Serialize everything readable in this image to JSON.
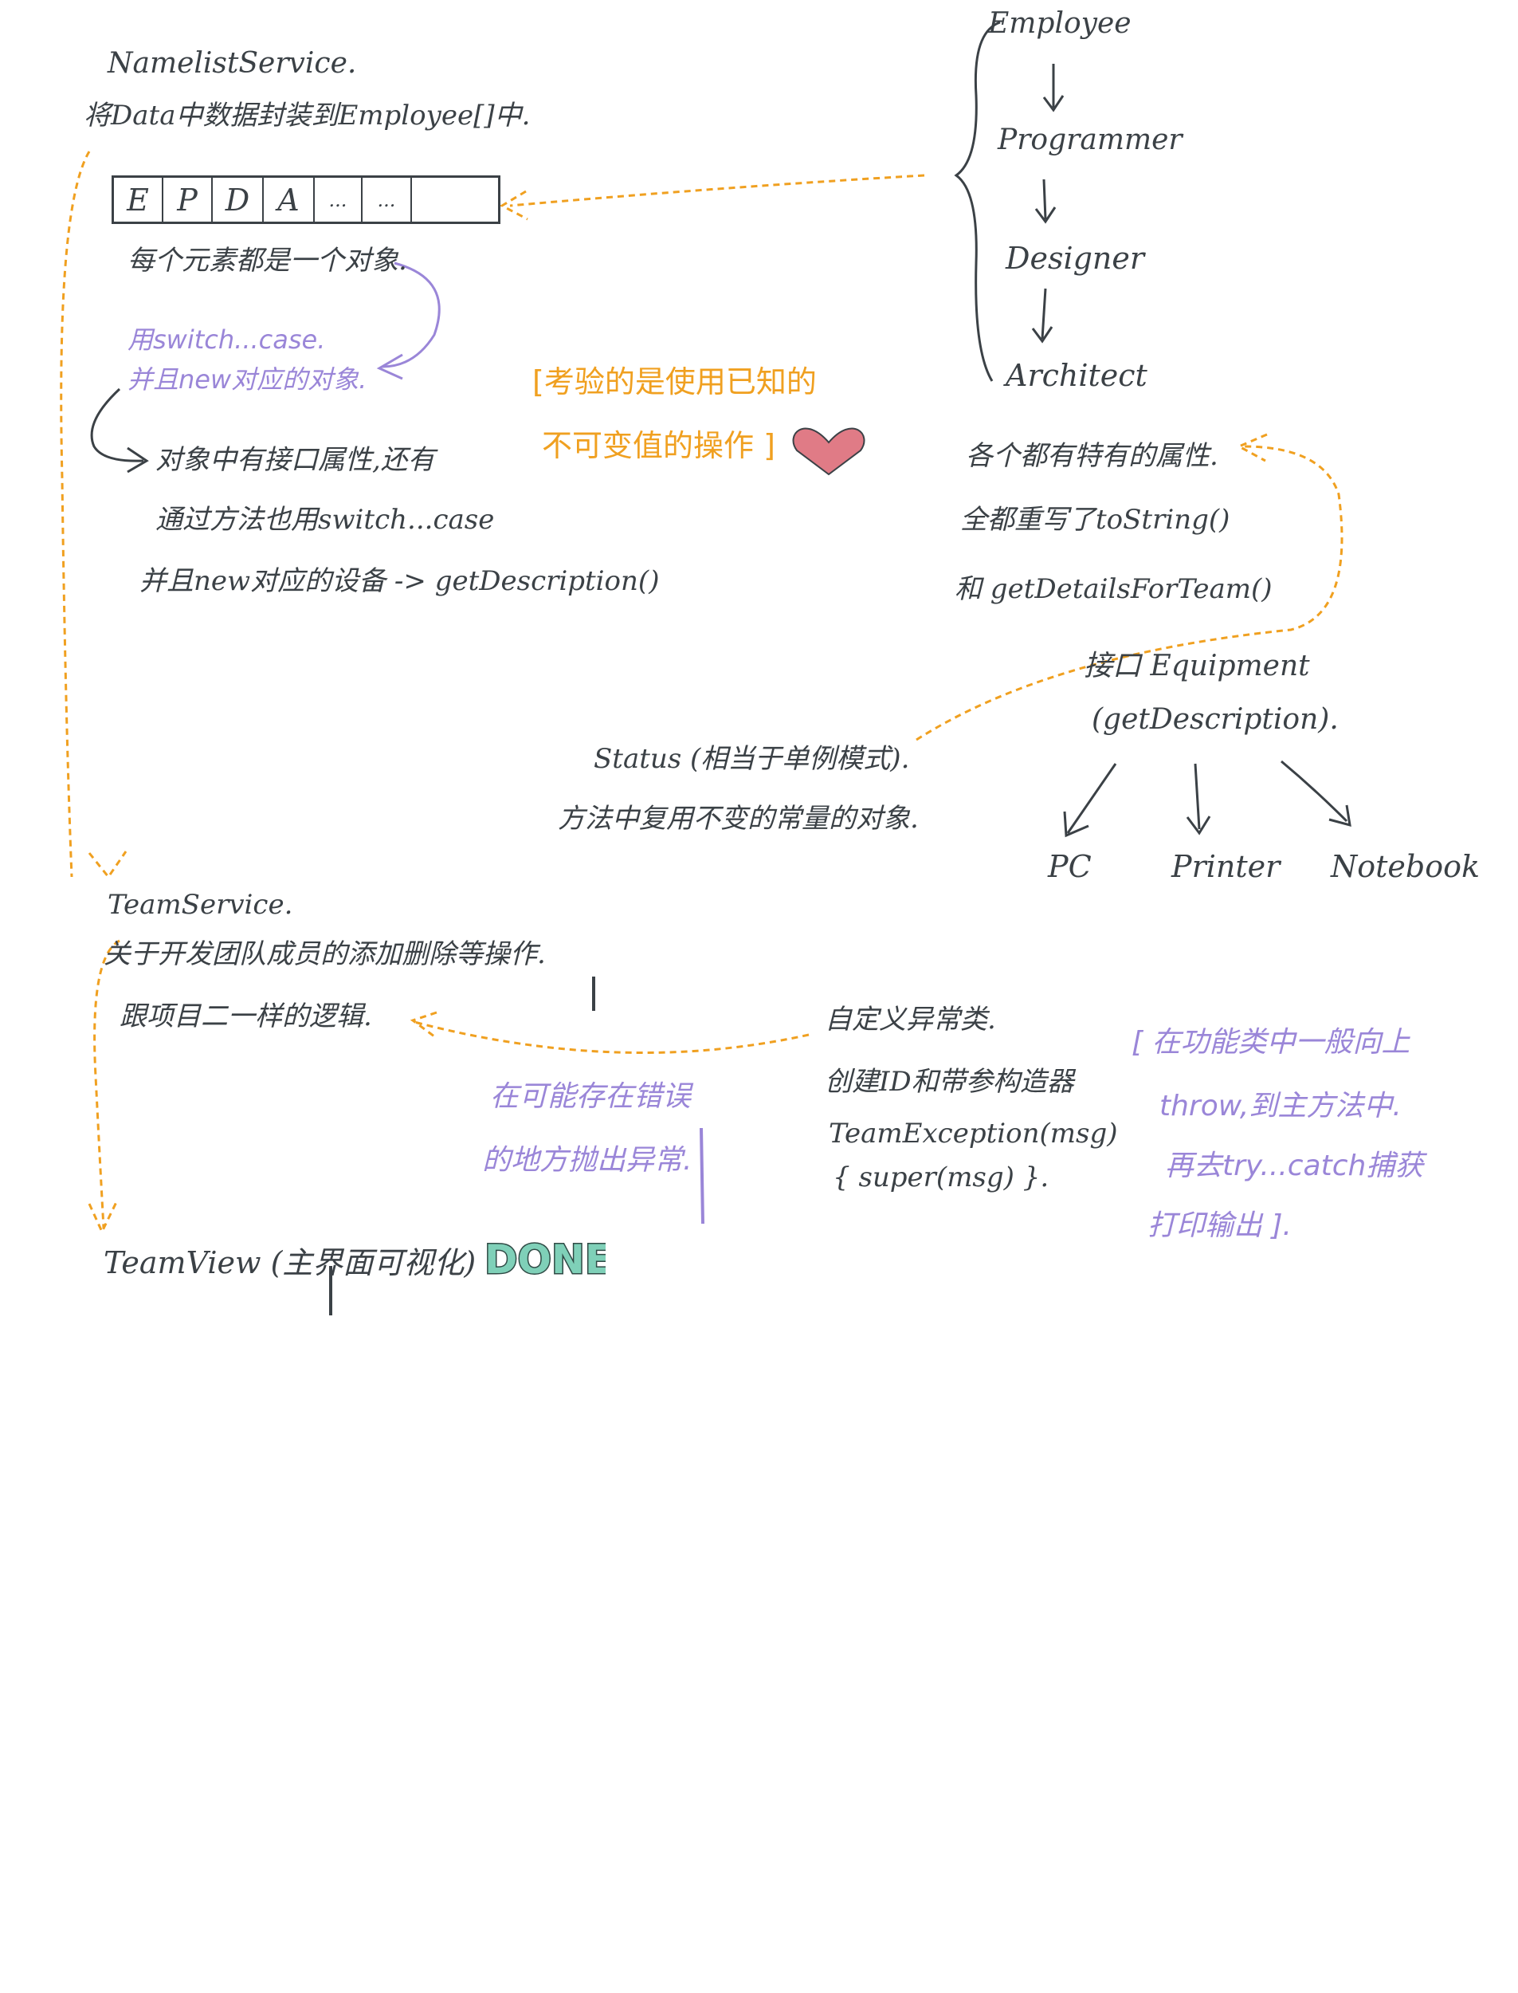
{
  "colors": {
    "ink": "#3b4146",
    "orange": "#f0a020",
    "purple": "#9a86d8",
    "heart": "#e07b86",
    "done_fill": "#7fd0b8"
  },
  "namelist": {
    "title": "NamelistService.",
    "desc": "将Data中数据封装到Employee[]中.",
    "array_cells": [
      "E",
      "P",
      "D",
      "A",
      "...",
      "...",
      ""
    ],
    "note1": "每个元素都是一个对象.",
    "switch_note1": "用switch...case.",
    "switch_note2": "并且new对应的对象.",
    "note2_line1": "对象中有接口属性,还有",
    "note2_line2": "通过方法也用switch...case",
    "note2_line3": "并且new对应的设备 -> getDescription()"
  },
  "orange_note": {
    "line1": "[考验的是使用已知的",
    "line2": "不可变值的操作 ]"
  },
  "hierarchy": {
    "items": [
      "Employee",
      "Programmer",
      "Designer",
      "Architect"
    ],
    "note1": "各个都有特有的属性.",
    "note2": "全都重写了toString()",
    "note3": "和 getDetailsForTeam()"
  },
  "equipment": {
    "interface_line1": "接口 Equipment",
    "interface_line2": "(getDescription).",
    "children": [
      "PC",
      "Printer",
      "Notebook"
    ]
  },
  "status": {
    "line1": "Status (相当于单例模式).",
    "line2": "方法中复用不变的常量的对象."
  },
  "teamservice": {
    "title": "TeamService.",
    "line1": "关于开发团队成员的添加删除等操作.",
    "line2": "跟项目二一样的逻辑."
  },
  "purple_note_left": {
    "line1": "在可能存在错误",
    "line2": "的地方抛出异常."
  },
  "custom_exception": {
    "line1": "自定义异常类.",
    "line2": "创建ID和带参构造器",
    "line3": "TeamException(msg)",
    "line4": "{ super(msg) }."
  },
  "purple_note_right": {
    "line1": "[ 在功能类中一般向上",
    "line2": "throw,到主方法中.",
    "line3": "再去try...catch捕获",
    "line4": "打印输出 ]."
  },
  "teamview": {
    "label": "TeamView (主界面可视化)",
    "done": "DONE!"
  }
}
